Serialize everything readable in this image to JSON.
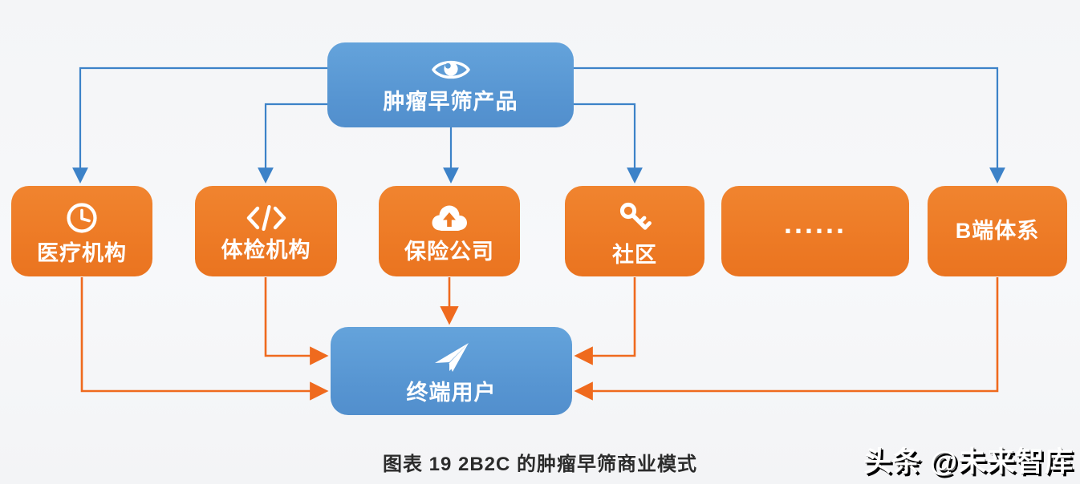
{
  "diagram": {
    "product_node": {
      "label": "肿瘤早筛产品",
      "icon": "eye-icon"
    },
    "channel_nodes": [
      {
        "label": "医疗机构",
        "icon": "clock-icon"
      },
      {
        "label": "体检机构",
        "icon": "code-icon"
      },
      {
        "label": "保险公司",
        "icon": "cloud-upload-icon"
      },
      {
        "label": "社区",
        "icon": "key-icon"
      },
      {
        "label": "......",
        "icon": null
      },
      {
        "label": "B端体系",
        "icon": null
      }
    ],
    "end_node": {
      "label": "终端用户",
      "icon": "paper-plane-icon"
    },
    "edges": [
      {
        "from": "肿瘤早筛产品",
        "to": "医疗机构",
        "color": "blue"
      },
      {
        "from": "肿瘤早筛产品",
        "to": "体检机构",
        "color": "blue"
      },
      {
        "from": "肿瘤早筛产品",
        "to": "保险公司",
        "color": "blue"
      },
      {
        "from": "肿瘤早筛产品",
        "to": "社区",
        "color": "blue"
      },
      {
        "from": "肿瘤早筛产品",
        "to": "B端体系",
        "color": "blue"
      },
      {
        "from": "医疗机构",
        "to": "终端用户",
        "color": "orange"
      },
      {
        "from": "体检机构",
        "to": "终端用户",
        "color": "orange"
      },
      {
        "from": "保险公司",
        "to": "终端用户",
        "color": "orange"
      },
      {
        "from": "社区",
        "to": "终端用户",
        "color": "orange"
      },
      {
        "from": "B端体系",
        "to": "终端用户",
        "color": "orange"
      }
    ],
    "colors": {
      "blue_node": "#5b9bd5",
      "orange_node": "#ed7a25",
      "blue_arrow": "#3c82c8",
      "orange_arrow": "#ef6a1e",
      "background": "#f5f6f8"
    }
  },
  "caption": "图表 19 2B2C 的肿瘤早筛商业模式",
  "watermark": "头条 @未来智库"
}
